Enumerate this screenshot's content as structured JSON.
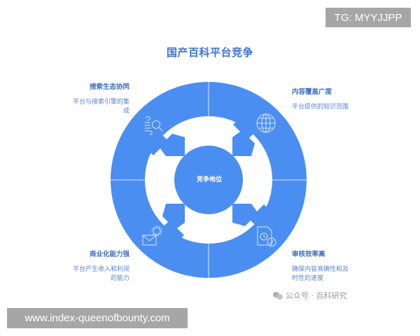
{
  "title": "国产百科平台竞争",
  "center": {
    "label": "竞争地位"
  },
  "quadrants": [
    {
      "position": "top-left",
      "icon": "search-wind-icon",
      "heading": "搜索生态协同",
      "desc_line1": "平台与搜索引擎的集",
      "desc_line2": "成"
    },
    {
      "position": "top-right",
      "icon": "globe-icon",
      "heading": "内容覆盖广度",
      "desc_line1": "平台提供的知识范围",
      "desc_line2": ""
    },
    {
      "position": "bottom-left",
      "icon": "mail-gear-icon",
      "heading": "商业化能力强",
      "desc_line1": "平台产生收入和利润",
      "desc_line2": "的能力"
    },
    {
      "position": "bottom-right",
      "icon": "document-clock-check-icon",
      "heading": "审核效率高",
      "desc_line1": "确保内容准确性和及",
      "desc_line2": "时性的速度"
    }
  ],
  "overlays": {
    "tg_badge": "TG: MYYJJPP",
    "url_badge": "www.index-queenofbounty.com",
    "watermark": "公众号 · 百科研究"
  },
  "colors": {
    "primary_blue": "#4b8ef1",
    "heading_blue": "#3f6fc4",
    "desc_blue": "#5b86d0",
    "badge_gray": "#a6a6a6"
  }
}
